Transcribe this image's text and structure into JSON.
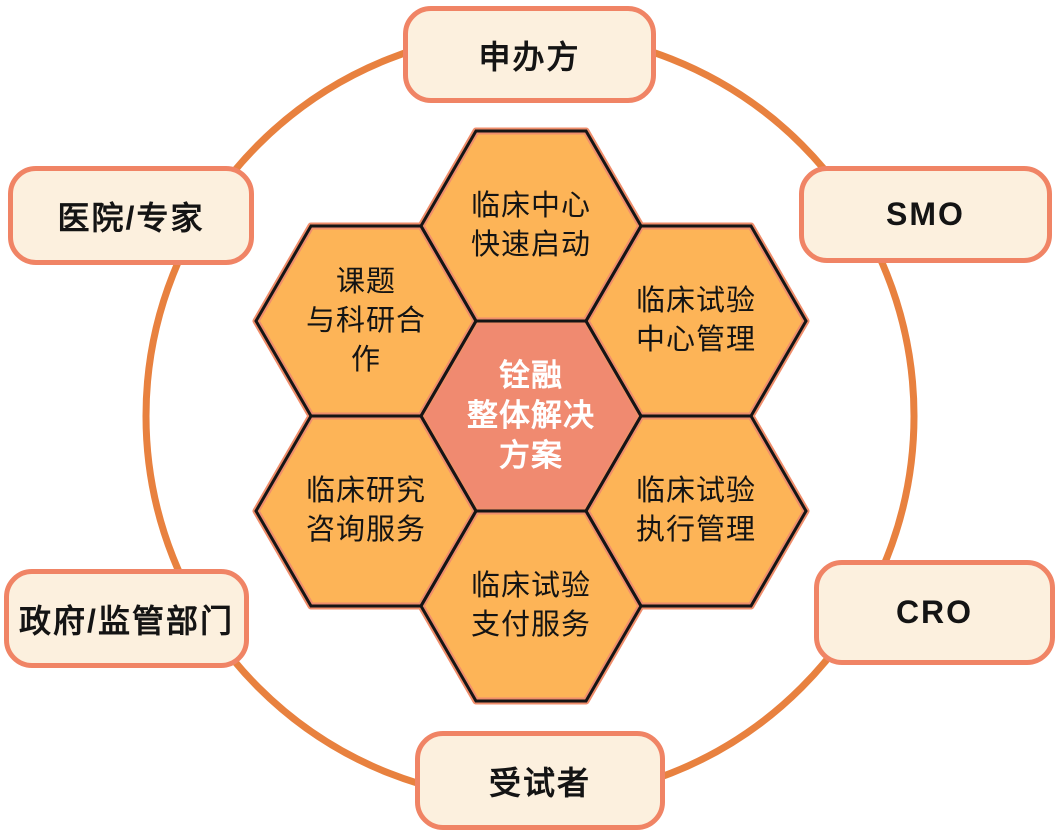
{
  "colors": {
    "background": "#FFFFFF",
    "ring": "#E8813F",
    "hexagon_fill": "#FDB457",
    "hexagon_halo": "#EF8D6B",
    "hexagon_outline": "#151515",
    "center_hexagon_fill": "#F08A70",
    "center_text": "#FFFFFF",
    "stakeholder_box_fill": "#FCF0DE",
    "stakeholder_box_border": "#F08465",
    "label_text": "#141414"
  },
  "center": {
    "name": "铨融整体解决方案",
    "lines": [
      "铨融",
      "整体解决",
      "方案"
    ]
  },
  "services": [
    {
      "name": "临床中心快速启动",
      "lines": [
        "临床中心",
        "快速启动"
      ]
    },
    {
      "name": "临床试验中心管理",
      "lines": [
        "临床试验",
        "中心管理"
      ]
    },
    {
      "name": "临床试验执行管理",
      "lines": [
        "临床试验",
        "执行管理"
      ]
    },
    {
      "name": "临床试验支付服务",
      "lines": [
        "临床试验",
        "支付服务"
      ]
    },
    {
      "name": "临床研究咨询服务",
      "lines": [
        "临床研究",
        "咨询服务"
      ]
    },
    {
      "name": "课题与科研合作",
      "lines": [
        "课题",
        "与科研合",
        "作"
      ]
    }
  ],
  "stakeholders": [
    {
      "label": "申办方",
      "position": "top"
    },
    {
      "label": "SMO",
      "position": "top-right"
    },
    {
      "label": "CRO",
      "position": "bottom-right"
    },
    {
      "label": "受试者",
      "position": "bottom"
    },
    {
      "label": "政府/监管部门",
      "position": "bottom-left"
    },
    {
      "label": "医院/专家",
      "position": "top-left"
    }
  ]
}
